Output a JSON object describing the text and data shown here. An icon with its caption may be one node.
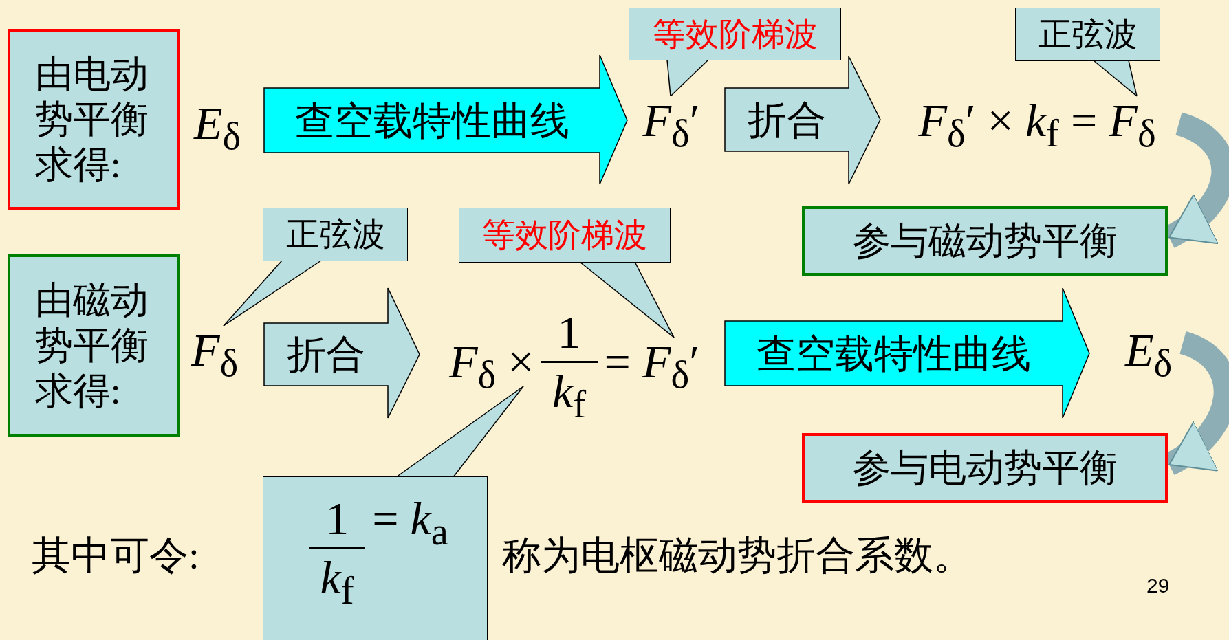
{
  "diagram": {
    "nodes": [
      {
        "text": [
          "由电动势平衡求得:"
        ]
      },
      {
        "text": [
          "*E*$_{δ}$"
        ]
      },
      {
        "text": [
          "*F*$_{δ}$′"
        ]
      },
      {
        "text": [
          "*F*$_{δ}$′ × *k*$_{f}$ = *F*$_{δ}$"
        ]
      },
      {
        "text": [
          "等效阶梯波"
        ]
      },
      {
        "text": [
          "正弦波"
        ]
      },
      {
        "text": [
          "参与磁动势平衡"
        ]
      },
      {
        "text": [
          "由磁动势平衡求得:"
        ]
      },
      {
        "text": [
          "*F*$_{δ}$"
        ]
      },
      {
        "text": [
          "*F*$_{δ}$ ×",
          "1",
          "*k*$_{f}$",
          "= *F*$_{δ}$′"
        ]
      },
      {
        "text": [
          "*E*$_{δ}$"
        ]
      },
      {
        "text": [
          "参与电动势平衡"
        ]
      },
      {
        "text": [
          "正弦波"
        ]
      },
      {
        "text": [
          "等效阶梯波"
        ]
      },
      {
        "text": [
          "1",
          "*k*$_{f}$",
          "= *k*$_{a}$"
        ]
      }
    ],
    "edges": [
      {
        "from": 1,
        "to": 2,
        "arrow": "to",
        "label": "查空载特性曲线",
        "color": "#00ffff"
      },
      {
        "from": 2,
        "to": 3,
        "arrow": "to",
        "label": "折合"
      },
      {
        "from": 4,
        "to": 2,
        "arrow": "none"
      },
      {
        "from": 5,
        "to": 3,
        "arrow": "none"
      },
      {
        "from": 3,
        "to": 6,
        "arrow": "to",
        "style": "thick",
        "color": "#8eaeb6"
      },
      {
        "from": 8,
        "to": 9,
        "arrow": "to",
        "label": "折合"
      },
      {
        "from": 9,
        "to": 10,
        "arrow": "to",
        "label": "查空载特性曲线",
        "color": "#00ffff"
      },
      {
        "from": 12,
        "to": 8,
        "arrow": "none"
      },
      {
        "from": 13,
        "to": 9,
        "arrow": "none"
      },
      {
        "from": 14,
        "to": 9,
        "arrow": "none"
      },
      {
        "from": 10,
        "to": 11,
        "arrow": "to",
        "style": "thick",
        "color": "#8eaeb6"
      }
    ],
    "labels": [
      "其中可令:",
      "称为电枢磁动势折合系数。",
      "29"
    ]
  }
}
